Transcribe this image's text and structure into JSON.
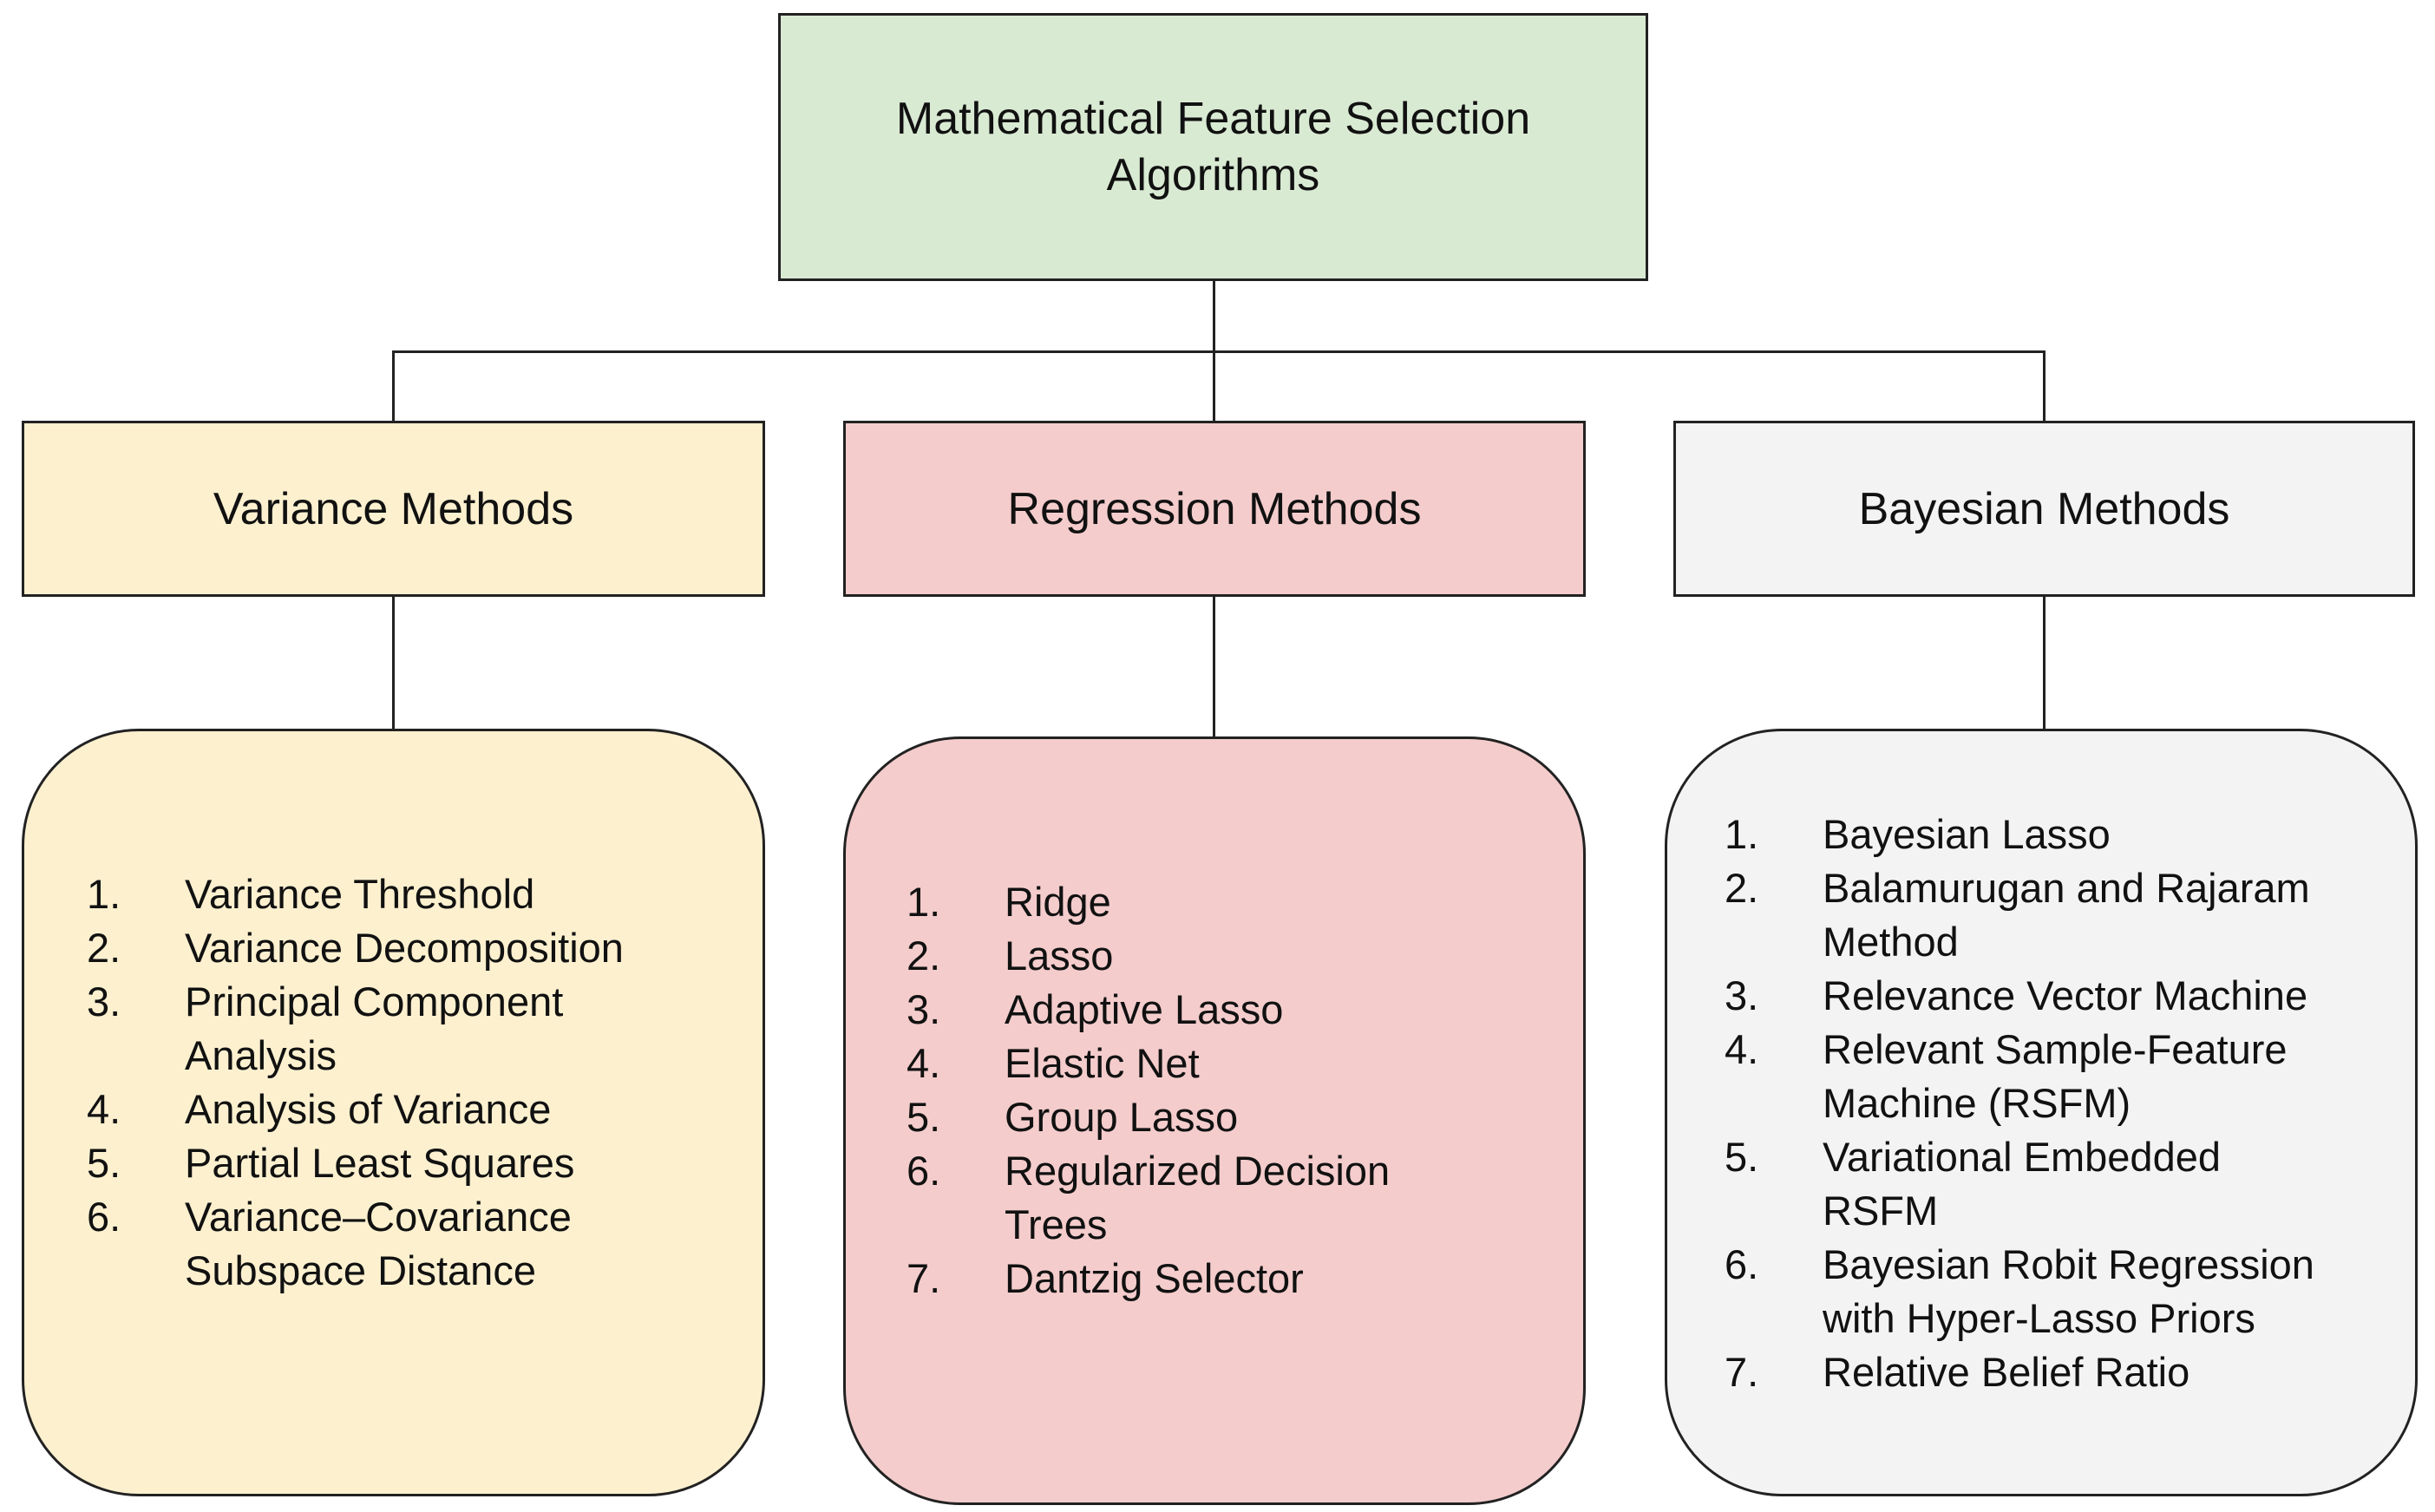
{
  "root": {
    "title_line1": "Mathematical Feature Selection",
    "title_line2": "Algorithms",
    "color": "#d9ead3"
  },
  "categories": [
    {
      "label": "Variance Methods",
      "color": "#fcf0cf",
      "items": [
        {
          "num": "1.",
          "lines": [
            "Variance Threshold"
          ]
        },
        {
          "num": "2.",
          "lines": [
            "Variance Decomposition"
          ]
        },
        {
          "num": "3.",
          "lines": [
            "Principal Component",
            "Analysis"
          ]
        },
        {
          "num": "4.",
          "lines": [
            "Analysis of Variance"
          ]
        },
        {
          "num": "5.",
          "lines": [
            "Partial Least Squares"
          ]
        },
        {
          "num": "6.",
          "lines": [
            "Variance–Covariance",
            "Subspace Distance"
          ]
        }
      ]
    },
    {
      "label": "Regression Methods",
      "color": "#f4cccc",
      "items": [
        {
          "num": "1.",
          "lines": [
            "Ridge"
          ]
        },
        {
          "num": "2.",
          "lines": [
            "Lasso"
          ]
        },
        {
          "num": "3.",
          "lines": [
            "Adaptive Lasso"
          ]
        },
        {
          "num": "4.",
          "lines": [
            "Elastic Net"
          ]
        },
        {
          "num": "5.",
          "lines": [
            "Group Lasso"
          ]
        },
        {
          "num": "6.",
          "lines": [
            "Regularized Decision",
            "Trees"
          ]
        },
        {
          "num": "7.",
          "lines": [
            "Dantzig Selector"
          ]
        }
      ]
    },
    {
      "label": "Bayesian Methods",
      "color": "#f3f3f3",
      "items": [
        {
          "num": "1.",
          "lines": [
            "Bayesian Lasso"
          ]
        },
        {
          "num": "2.",
          "lines": [
            "Balamurugan and Rajaram",
            "Method"
          ]
        },
        {
          "num": "3.",
          "lines": [
            "Relevance Vector Machine"
          ]
        },
        {
          "num": "4.",
          "lines": [
            "Relevant Sample-Feature",
            "Machine (RSFM)"
          ]
        },
        {
          "num": "5.",
          "lines": [
            "Variational Embedded",
            "RSFM"
          ]
        },
        {
          "num": "6.",
          "lines": [
            "Bayesian Robit Regression",
            "with Hyper-Lasso Priors"
          ]
        },
        {
          "num": "7.",
          "lines": [
            "Relative Belief Ratio"
          ]
        }
      ]
    }
  ]
}
